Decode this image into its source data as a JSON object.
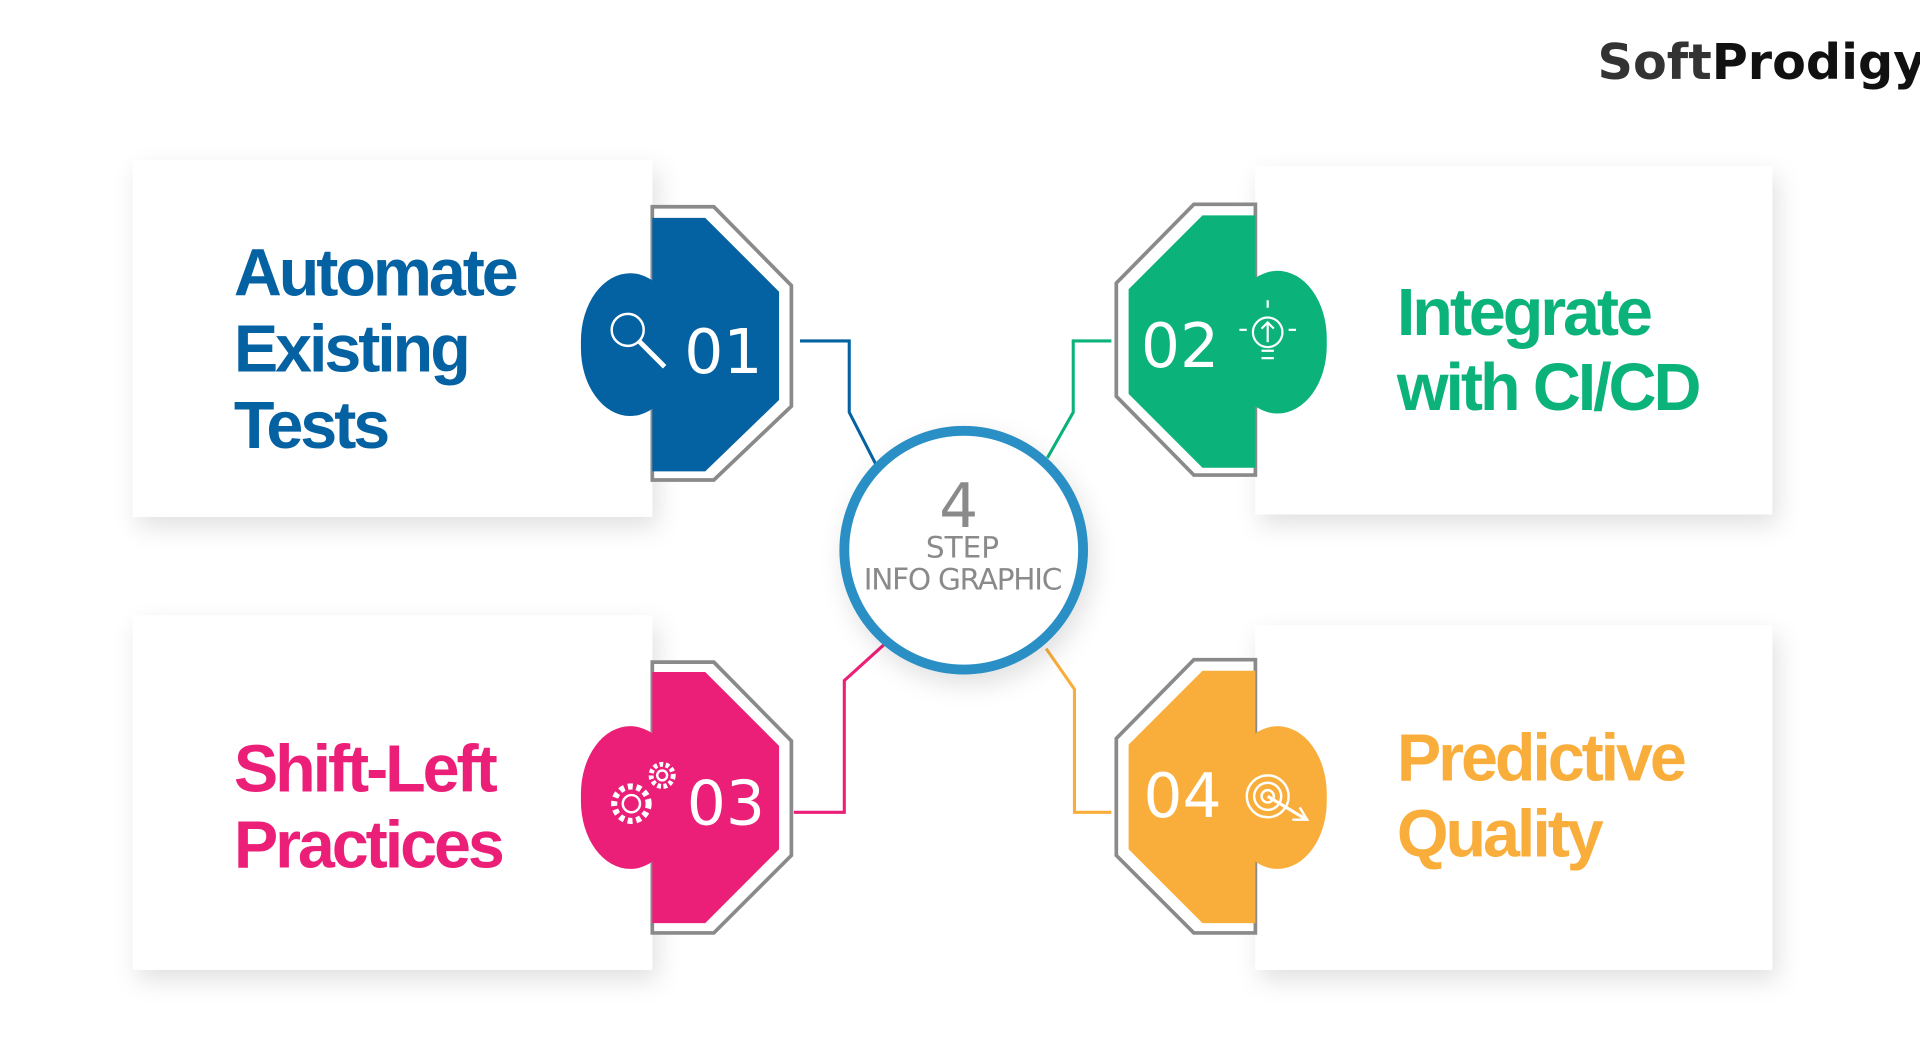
{
  "brand": {
    "logo_text_a": "Soft",
    "logo_text_b": "Prodigy"
  },
  "center": {
    "number": "4",
    "line1": "STEP",
    "line2": "INFO GRAPHIC",
    "ring_color": "#2a8fc4"
  },
  "steps": [
    {
      "number": "01",
      "lines": [
        "Automate",
        "Existing",
        "Tests"
      ],
      "color": "#0562a2",
      "icon": "magnifier-icon"
    },
    {
      "number": "02",
      "lines": [
        "Integrate",
        "with CI/CD"
      ],
      "color": "#0bb27a",
      "icon": "lightbulb-icon"
    },
    {
      "number": "03",
      "lines": [
        "Shift-Left",
        "Practices"
      ],
      "color": "#ec1f78",
      "icon": "gears-icon"
    },
    {
      "number": "04",
      "lines": [
        "Predictive",
        "Quality"
      ],
      "color": "#f9ae3b",
      "icon": "target-icon"
    }
  ]
}
